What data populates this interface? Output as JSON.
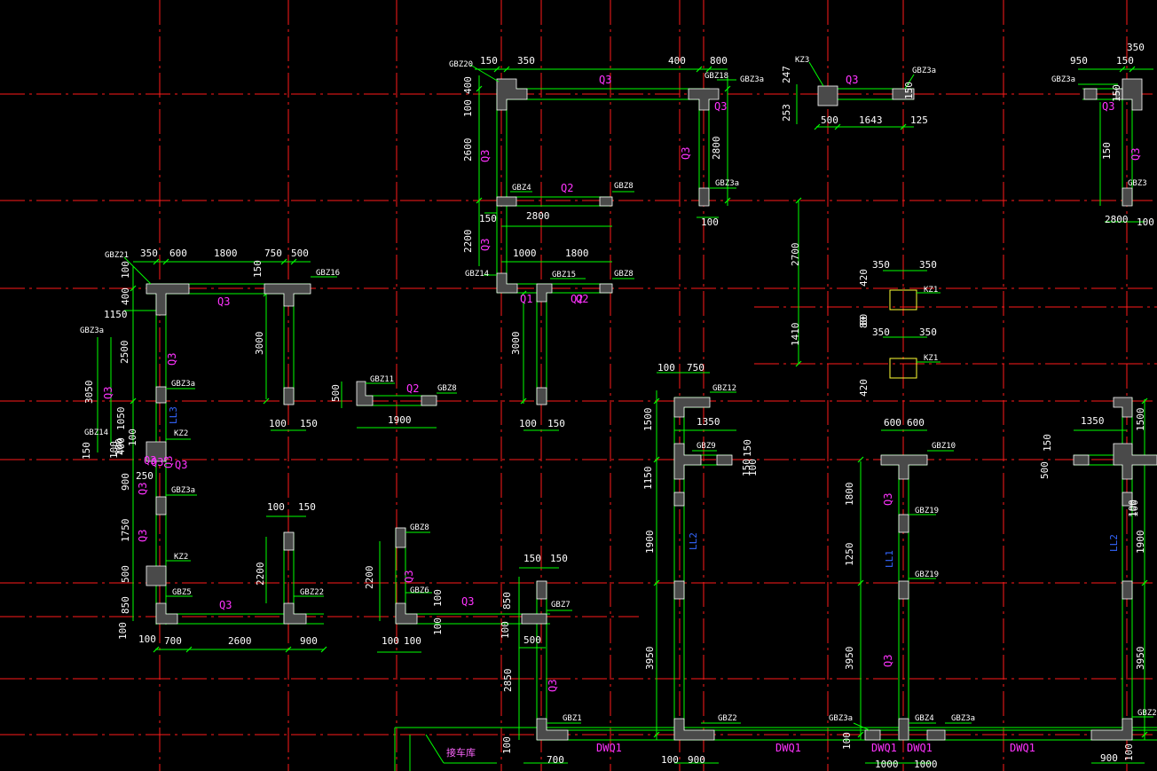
{
  "drawing": {
    "labels": [
      "GBZ20",
      "GBZ18",
      "GBZ3a",
      "KZ3",
      "GBZ3a",
      "GBZ3a",
      "GBZ4",
      "GBZ8",
      "GBZ3a",
      "GBZ3",
      "GBZ21",
      "GBZ16",
      "GBZ14",
      "GBZ15",
      "GBZ8",
      "KZ1",
      "KZ1",
      "GBZ3a",
      "GBZ3a",
      "GBZ11",
      "GBZ8",
      "GBZ12",
      "GBZ14",
      "KZ2",
      "GBZ9",
      "GBZ10",
      "GBZ3a",
      "GBZ19",
      "GBZ8",
      "KZ2",
      "GBZ6",
      "GBZ19",
      "GBZ5",
      "GBZ22",
      "GBZ7",
      "GBZ1",
      "GBZ2",
      "GBZ3a",
      "GBZ4",
      "GBZ3a",
      "GBZ2"
    ],
    "dims": [
      "150",
      "350",
      "400",
      "800",
      "247",
      "253",
      "500",
      "1643",
      "125",
      "950",
      "150",
      "350",
      "150",
      "400",
      "100",
      "2600",
      "2800",
      "2800",
      "100",
      "150",
      "150",
      "2800",
      "1000",
      "1800",
      "2200",
      "150",
      "100",
      "350",
      "600",
      "1800",
      "750",
      "500",
      "100",
      "150",
      "1150",
      "400",
      "100",
      "100",
      "2500",
      "3050",
      "3000",
      "3000",
      "100",
      "150",
      "100",
      "150",
      "500",
      "1900",
      "100",
      "750",
      "1350",
      "2700",
      "1410",
      "350",
      "350",
      "420",
      "80",
      "80",
      "420",
      "350",
      "350",
      "600",
      "600",
      "1350",
      "1500",
      "1500",
      "1050",
      "400",
      "150",
      "100",
      "900",
      "250",
      "1750",
      "500",
      "850",
      "100",
      "100",
      "150",
      "2200",
      "100",
      "150",
      "2200",
      "850",
      "500",
      "100",
      "100",
      "150",
      "150",
      "100",
      "100",
      "500",
      "700",
      "2600",
      "900",
      "1800",
      "1250",
      "1900",
      "1150",
      "1900",
      "100",
      "150",
      "100",
      "2850",
      "3950",
      "3950",
      "3950",
      "100",
      "700",
      "100",
      "900",
      "100",
      "1000",
      "1000",
      "900",
      "100",
      "100",
      "100",
      "150"
    ],
    "wall_tags": [
      "Q3",
      "Q3",
      "Q3",
      "Q3",
      "Q2",
      "Q3",
      "Q3",
      "Q3",
      "Q3",
      "Q3",
      "Q2",
      "Q1",
      "Q2",
      "Q3",
      "Q3",
      "Q2",
      "Q3",
      "Q3",
      "Q3",
      "Q3",
      "Q3",
      "Q3",
      "Q3",
      "Q3",
      "Q3",
      "Q3",
      "Q3",
      "Q3"
    ],
    "beam_tags": [
      "LL3",
      "LL2",
      "LL1",
      "LL2"
    ],
    "foot_tags": [
      "DWQ1",
      "DWQ1",
      "DWQ1",
      "DWQ1",
      "DWQ1"
    ],
    "hatch_note": "接车库",
    "colors": {
      "background": "#000000",
      "grid": "#ff1a1a",
      "lines": "#00ff00",
      "text": "#ffffff",
      "wall_tag": "#ff33ff",
      "beam_tag": "#3366ff",
      "column_fill": "#4a4a4a",
      "kz1": "#ffff33"
    }
  }
}
